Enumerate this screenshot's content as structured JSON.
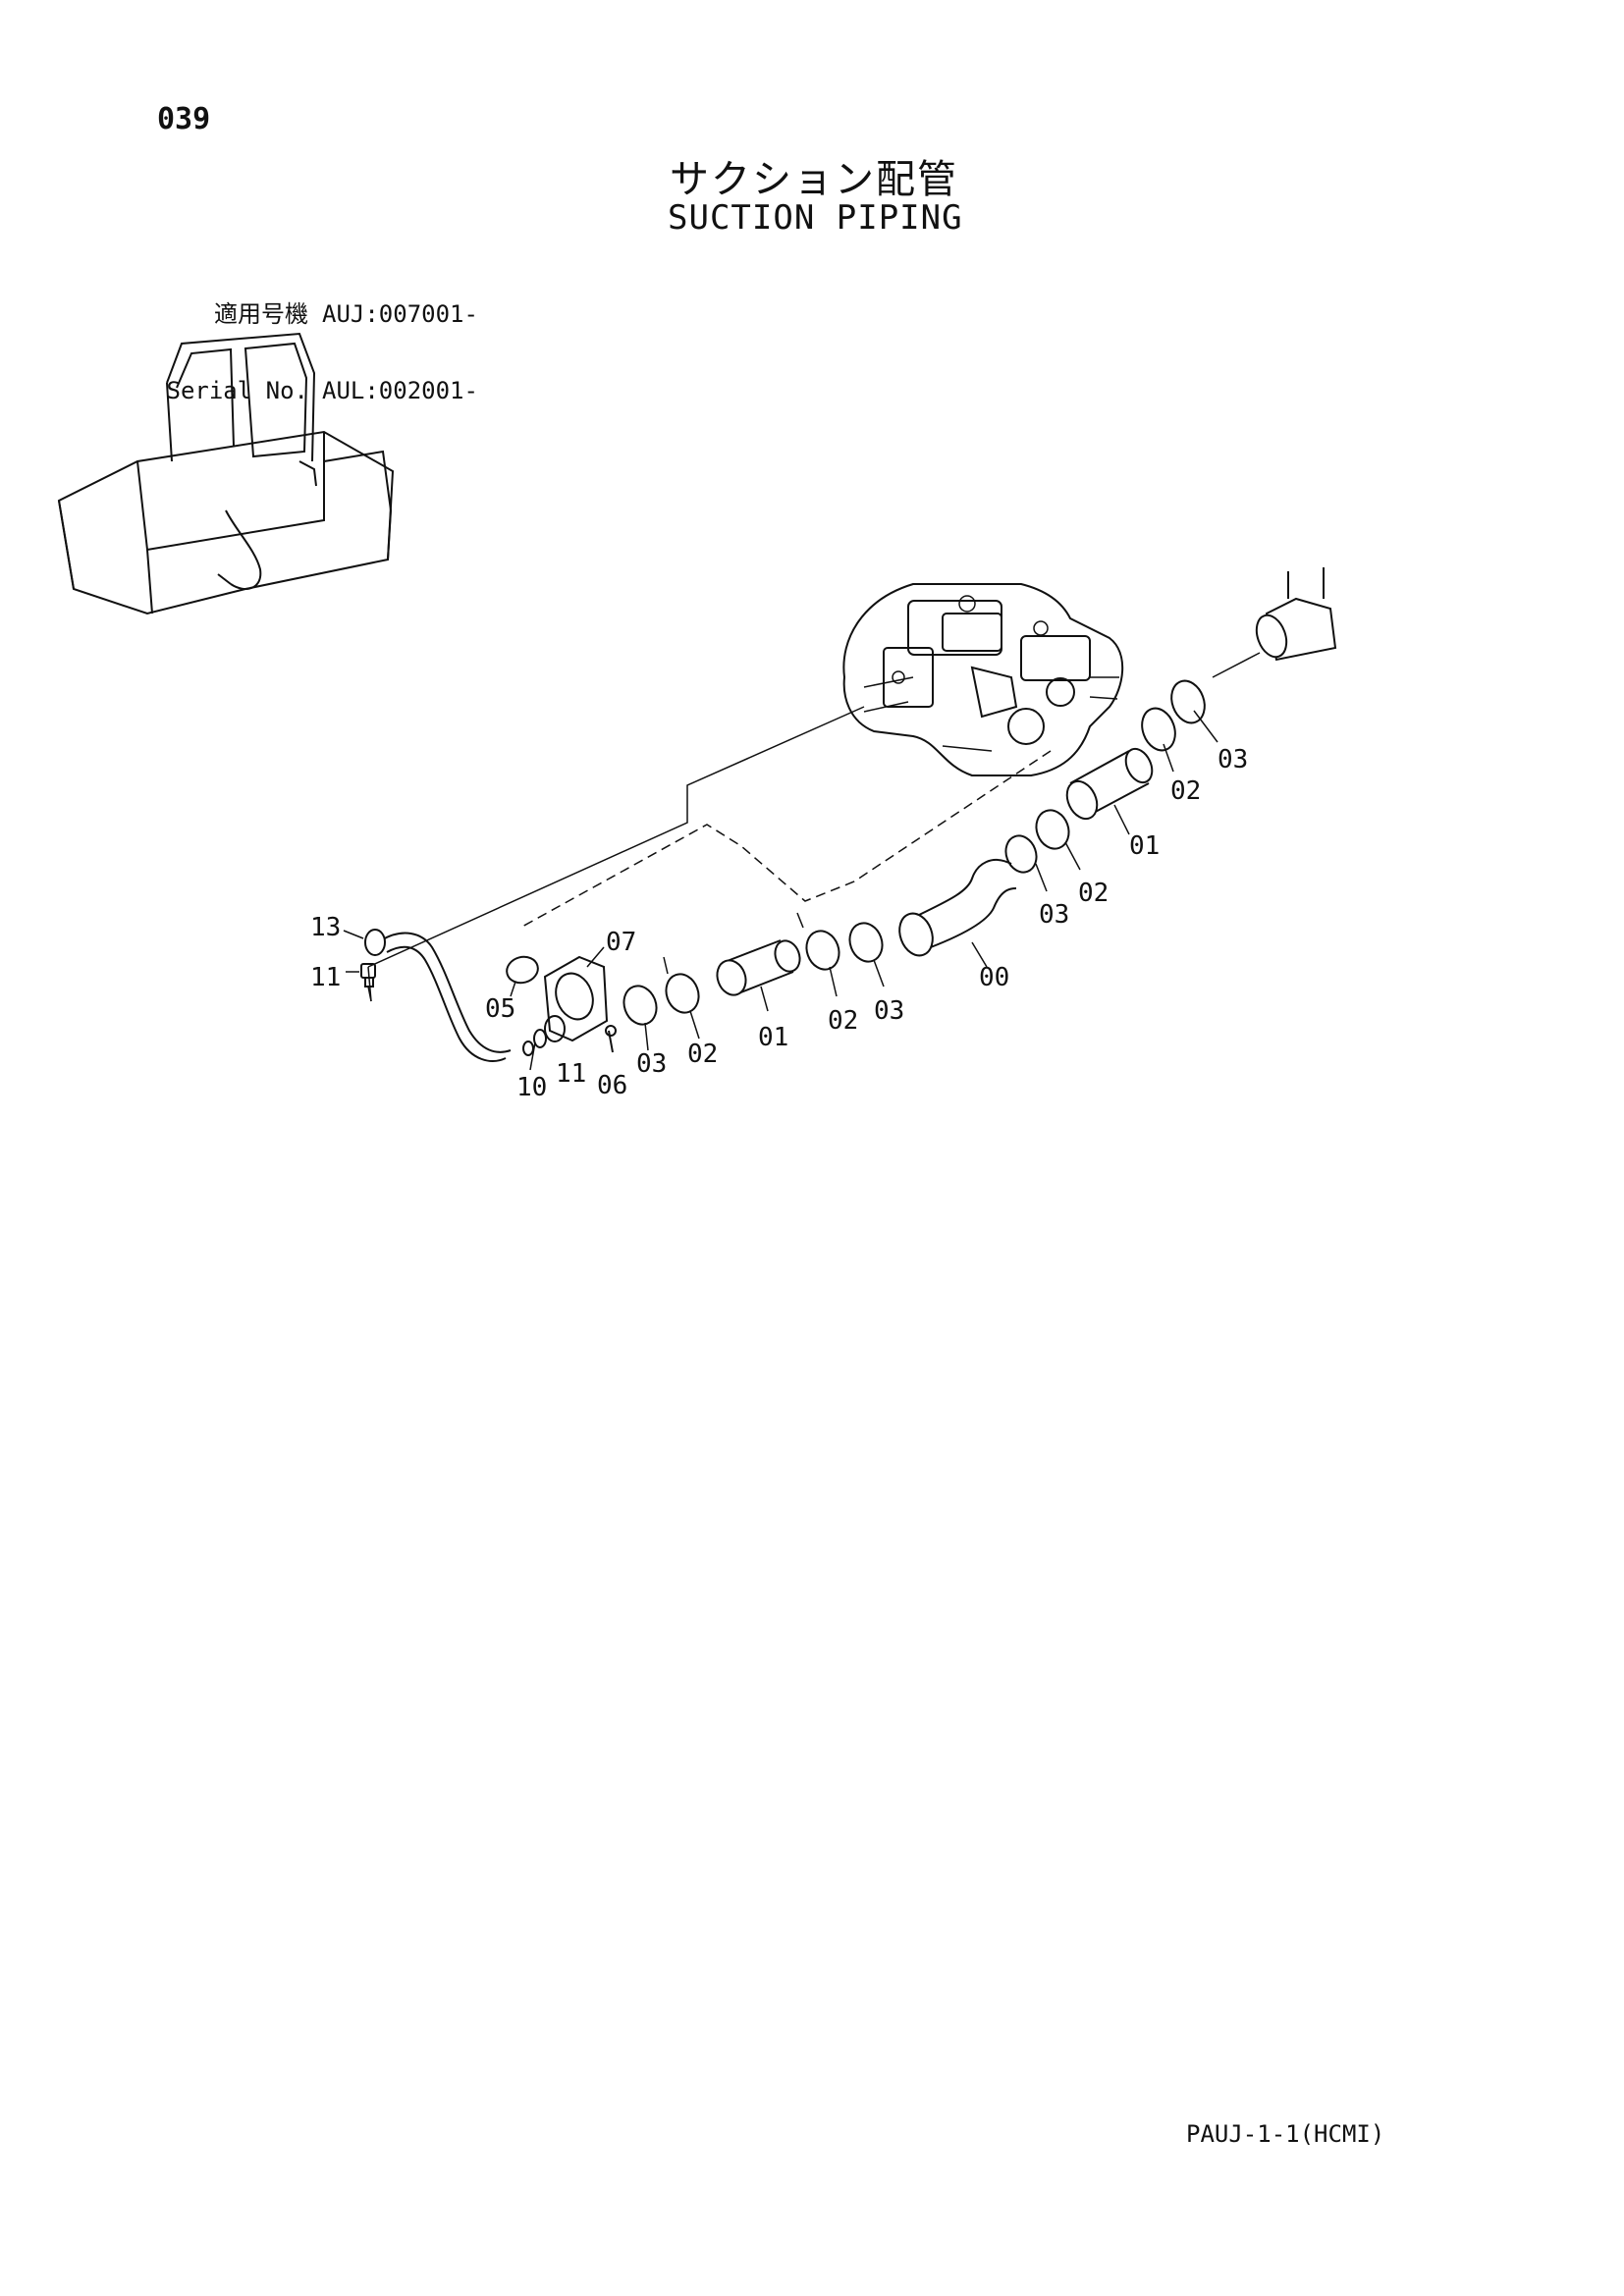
{
  "header": {
    "page_number": "039",
    "title_jp": "サクション配管",
    "title_en": "SUCTION PIPING"
  },
  "serial": {
    "rows": [
      {
        "label": "適用号機",
        "value": "AUJ:007001-"
      },
      {
        "label": "Serial No.",
        "value": "AUL:002001-"
      }
    ]
  },
  "callouts": {
    "c13": "13",
    "c11a": "11",
    "c05": "05",
    "c07": "07",
    "c10": "10",
    "c11b": "11",
    "c06": "06",
    "c03a": "03",
    "c02a": "02",
    "c01a": "01",
    "c02b": "02",
    "c03b": "03",
    "c00": "00",
    "c03c": "03",
    "c02c": "02",
    "c01b": "01",
    "c02d": "02",
    "c03d": "03"
  },
  "footer": {
    "code": "PAUJ-1-1(HCMI)"
  }
}
